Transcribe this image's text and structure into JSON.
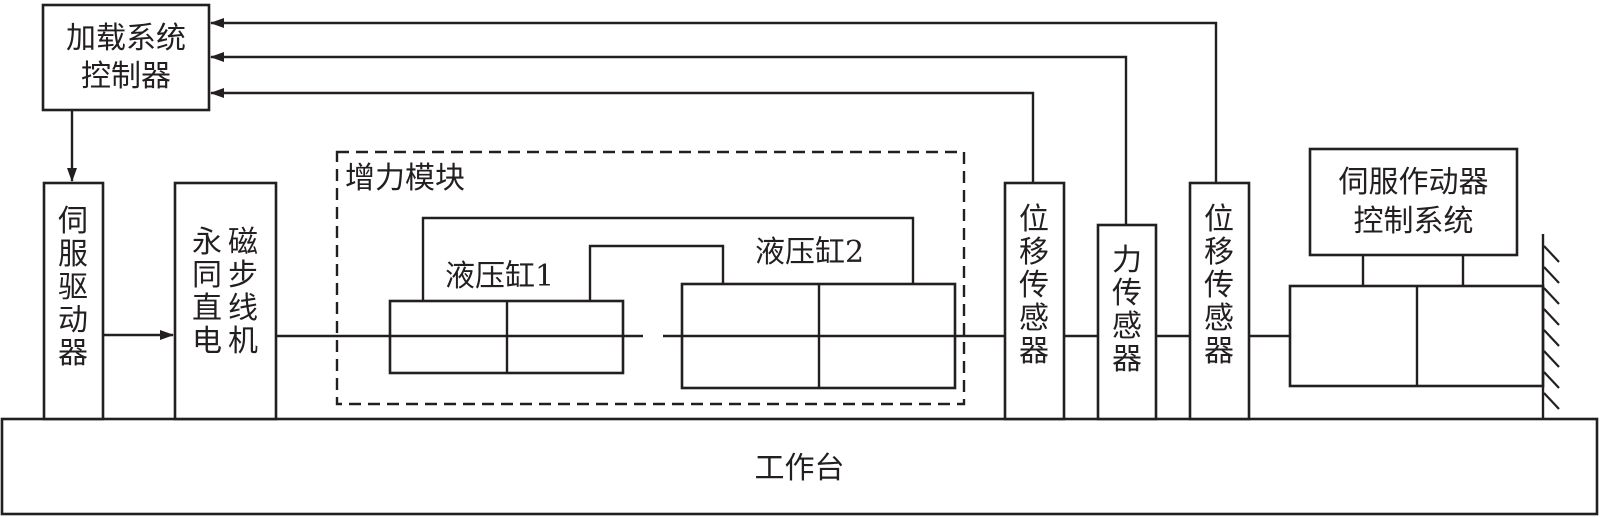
{
  "diagram": {
    "type": "block-diagram",
    "blocks": {
      "load_controller": {
        "label_line1": "加载系统",
        "label_line2": "控制器"
      },
      "servo_driver": {
        "label": "伺服驱动器"
      },
      "pmslm": {
        "label_col1": "永同直电",
        "label_col2": "磁步线机"
      },
      "boost_module": {
        "label": "增力模块"
      },
      "cylinder1": {
        "label": "液压缸1"
      },
      "cylinder2": {
        "label": "液压缸2"
      },
      "disp_sensor_1": {
        "label": "位移传感器"
      },
      "force_sensor": {
        "label": "力传感器"
      },
      "disp_sensor_2": {
        "label": "位移传感器"
      },
      "servo_actuator_ctrl": {
        "label_line1": "伺服作动器",
        "label_line2": "控制系统"
      },
      "worktable": {
        "label": "工作台"
      }
    },
    "connections": [
      {
        "from": "load_controller",
        "to": "servo_driver",
        "arrow": true
      },
      {
        "from": "servo_driver",
        "to": "pmslm",
        "arrow": true
      },
      {
        "from": "disp_sensor_1",
        "to": "load_controller",
        "arrow": true
      },
      {
        "from": "force_sensor",
        "to": "load_controller",
        "arrow": true
      },
      {
        "from": "disp_sensor_2",
        "to": "load_controller",
        "arrow": true
      },
      {
        "from": "pmslm",
        "to": "cylinder1",
        "arrow": false
      },
      {
        "from": "cylinder1",
        "to": "cylinder2",
        "arrow": false
      },
      {
        "from": "cylinder2",
        "to": "disp_sensor_1",
        "arrow": false
      },
      {
        "from": "disp_sensor_1",
        "to": "force_sensor",
        "arrow": false
      },
      {
        "from": "force_sensor",
        "to": "disp_sensor_2",
        "arrow": false
      },
      {
        "from": "disp_sensor_2",
        "to": "servo_actuator",
        "arrow": false
      },
      {
        "from": "servo_actuator_ctrl",
        "to": "servo_actuator",
        "arrow": false
      }
    ]
  }
}
